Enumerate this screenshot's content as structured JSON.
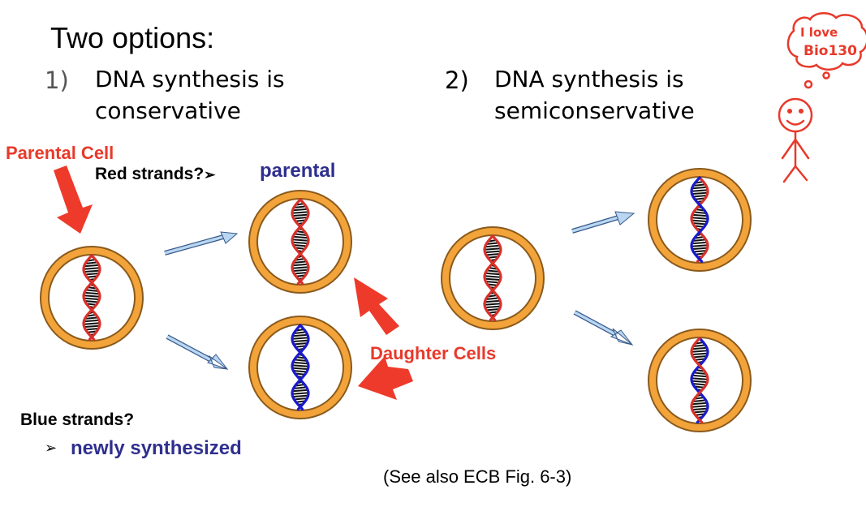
{
  "title": "Two options:",
  "options": [
    {
      "number": "1)",
      "line1": "DNA synthesis is",
      "line2": "conservative"
    },
    {
      "number": "2)",
      "line1": "DNA synthesis is",
      "line2": "semiconservative"
    }
  ],
  "labels": {
    "parental_cell": "Parental Cell",
    "red_strands_q": "Red strands?",
    "red_strands_bullet": "➢",
    "red_strands_a": "parental",
    "daughter_cells": "Daughter Cells",
    "blue_strands_q": "Blue strands?",
    "blue_strands_bullet": "➢",
    "blue_strands_a": "newly synthesized"
  },
  "reference": "(See also ECB Fig. 6-3)",
  "doodle": {
    "line1": "I love",
    "line2": "Bio130"
  },
  "colors": {
    "cell_fill": "#f2a33a",
    "cell_edge": "#8a5a1c",
    "parental_strand": "#d8302a",
    "new_strand": "#1a1acc",
    "arrow_red": "#ee3a2a",
    "arrow_blue": "#9fc6ee"
  }
}
